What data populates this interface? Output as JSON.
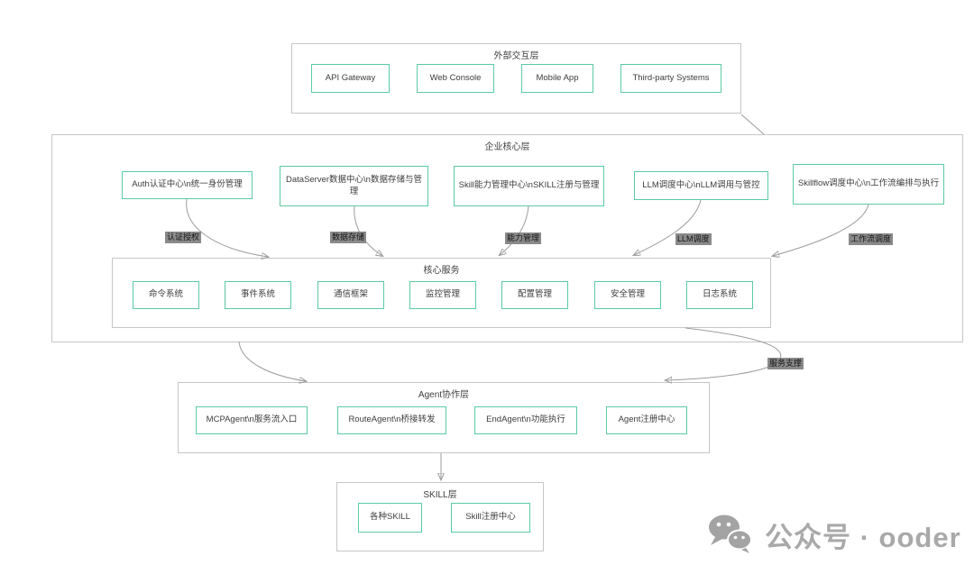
{
  "colors": {
    "node_border": "#5bcba1",
    "container_border": "#c6c6c6",
    "edge_label_bg": "#8a8a8a",
    "line": "#9c9c9c",
    "watermark": "#a9a9a9"
  },
  "diagram": {
    "layers": {
      "external": {
        "title": "外部交互层",
        "nodes": [
          "API Gateway",
          "Web Console",
          "Mobile App",
          "Third-party Systems"
        ]
      },
      "enterprise_core": {
        "title": "企业核心层",
        "nodes": [
          "Auth认证中心\\n统一身份管理",
          "DataServer数据中心\\n数据存储与管理",
          "Skill能力管理中心\\nSKILL注册与管理",
          "LLM调度中心\\nLLM调用与管控",
          "Skillflow调度中心\\n工作流编排与执行"
        ]
      },
      "core_services": {
        "title": "核心服务",
        "nodes": [
          "命令系统",
          "事件系统",
          "通信框架",
          "监控管理",
          "配置管理",
          "安全管理",
          "日志系统"
        ]
      },
      "agent": {
        "title": "Agent协作层",
        "nodes": [
          "MCPAgent\\n服务流入口",
          "RouteAgent\\n桥接转发",
          "EndAgent\\n功能执行",
          "Agent注册中心"
        ]
      },
      "skill": {
        "title": "SKILL层",
        "nodes": [
          "各种SKILL",
          "Skill注册中心"
        ]
      }
    },
    "edge_labels": [
      "认证授权",
      "数据存储",
      "能力管理",
      "LLM调度",
      "工作流调度",
      "服务支撑"
    ],
    "watermark": {
      "text": "公众号 · ooder",
      "icon": "wechat-icon"
    }
  }
}
